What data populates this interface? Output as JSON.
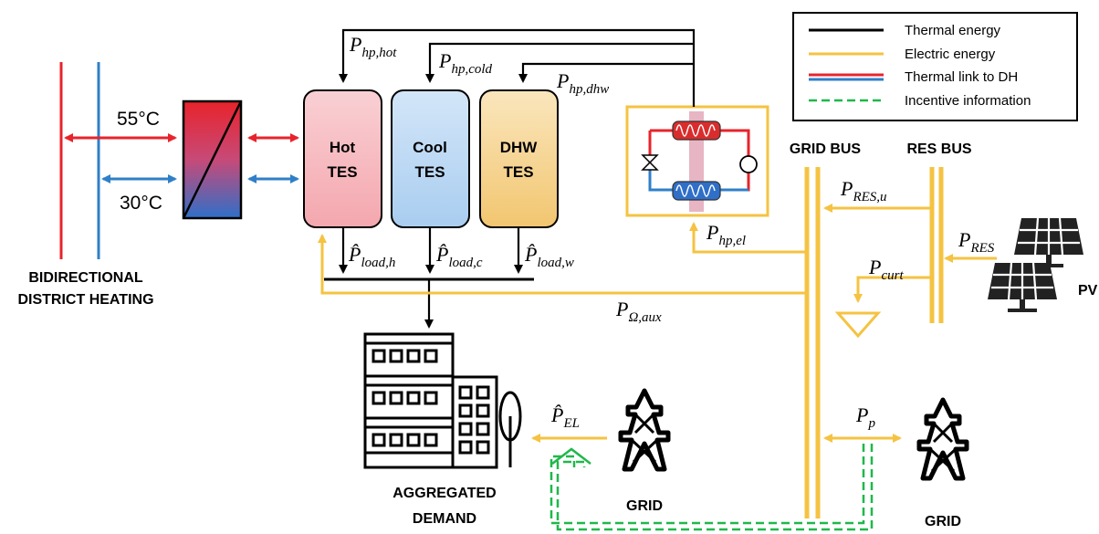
{
  "legend": {
    "thermal": "Thermal energy",
    "electric": "Electric energy",
    "dh_link": "Thermal link to DH",
    "incentive": "Incentive information"
  },
  "labels": {
    "district_heating_1": "BIDIRECTIONAL",
    "district_heating_2": "DISTRICT HEATING",
    "temp_hot": "55°C",
    "temp_cold": "30°C",
    "tank_hot_1": "Hot",
    "tank_hot_2": "TES",
    "tank_cool_1": "Cool",
    "tank_cool_2": "TES",
    "tank_dhw_1": "DHW",
    "tank_dhw_2": "TES",
    "grid_bus": "GRID BUS",
    "res_bus": "RES BUS",
    "pv": "PV",
    "aggregated_1": "AGGREGATED",
    "aggregated_2": "DEMAND",
    "grid_left": "GRID",
    "grid_right": "GRID"
  },
  "variables": {
    "p_hp_hot": {
      "base": "P",
      "sub": "hp,hot"
    },
    "p_hp_cold": {
      "base": "P",
      "sub": "hp,cold"
    },
    "p_hp_dhw": {
      "base": "P",
      "sub": "hp,dhw"
    },
    "p_load_h": {
      "base": "P̂",
      "sub": "load,h"
    },
    "p_load_c": {
      "base": "P̂",
      "sub": "load,c"
    },
    "p_load_w": {
      "base": "P̂",
      "sub": "load,w"
    },
    "p_hp_el": {
      "base": "P",
      "sub": "hp,el"
    },
    "p_res_u": {
      "base": "P",
      "sub": "RES,u"
    },
    "p_res": {
      "base": "P",
      "sub": "RES"
    },
    "p_curt": {
      "base": "P",
      "sub": "curt"
    },
    "p_omega_aux": {
      "base": "P",
      "sub": "Ω,aux"
    },
    "p_el": {
      "base": "P̂",
      "sub": "EL"
    },
    "p_p": {
      "base": "P",
      "sub": "p"
    }
  },
  "colors": {
    "thermal": "#000000",
    "electric": "#f5c342",
    "hot": "#e8232b",
    "cold": "#2f7fc8",
    "incentive": "#1fb84a",
    "tank_hot": "#f7c8cc",
    "tank_cool": "#c4dcf5",
    "tank_dhw": "#f6d99a"
  }
}
